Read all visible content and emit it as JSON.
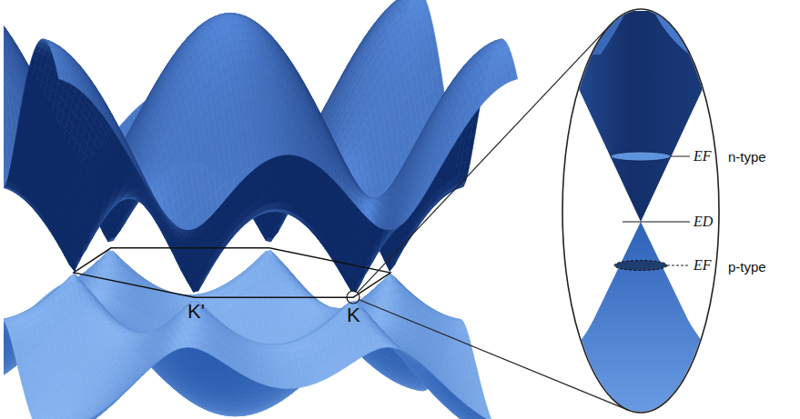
{
  "diagram": {
    "labels": [
      "K'",
      "K",
      "EF",
      "n-type",
      "ED",
      "EF",
      "p-type"
    ]
  }
}
